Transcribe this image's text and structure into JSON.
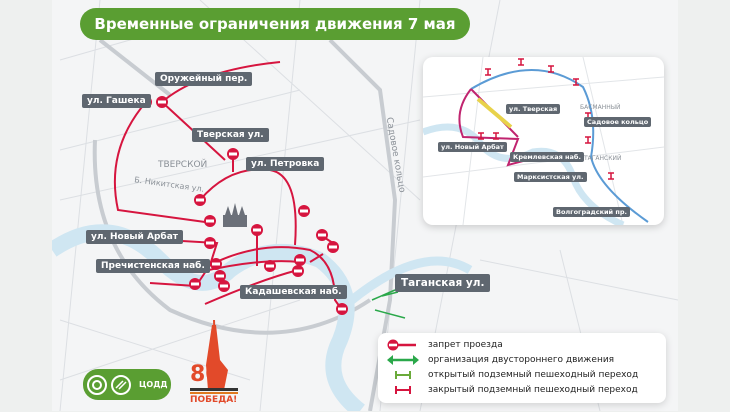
{
  "title": "Временные ограничения движения 7 мая",
  "map": {
    "labels": {
      "oruzheyny": "Оружейный пер.",
      "gasheka": "ул. Гашека",
      "tverskaya": "Тверская ул.",
      "petrovka": "ул. Петровка",
      "novy_arbat": "ул. Новый Арбат",
      "prechistenskaya": "Пречистенская наб.",
      "kadashevskaya": "Кадашевская наб.",
      "taganskaya": "Таганская ул."
    },
    "district_tverskoy": "ТВЕРСКОЙ",
    "street_nikitskaya": "Б. Никитская ул.",
    "street_sadovoe": "Садовое кольцо"
  },
  "inset": {
    "labels": {
      "tverskaya": "ул. Тверская",
      "novy_arbat": "ул. Новый Арбат",
      "kremlevskaya": "Кремлевская наб.",
      "sadovoe": "Садовое кольцо",
      "marksistskaya": "Марксистская ул.",
      "volgogradsky": "Волгоградский пр."
    },
    "district_basmanny": "БАСМАННЫЙ",
    "district_tagansky": "ТАГАНСКИЙ"
  },
  "legend": [
    {
      "icon": "no-entry-icon",
      "label": "запрет проезда"
    },
    {
      "icon": "two-way-arrow-icon",
      "label": "организация двустороннего движения"
    },
    {
      "icon": "open-underpass-icon",
      "label": "открытый подземный пешеходный переход"
    },
    {
      "icon": "closed-underpass-icon",
      "label": "закрытый подземный пешеходный переход"
    }
  ],
  "logos": {
    "codd": "ЦОДД",
    "pobeda_number": "80",
    "pobeda_text": "ПОБЕДА!"
  },
  "colors": {
    "green": "#5a9e32",
    "red": "#d6153f",
    "label_bg": "#5f6770",
    "river": "#cfe6f2",
    "ring": "#5b9bd5"
  }
}
